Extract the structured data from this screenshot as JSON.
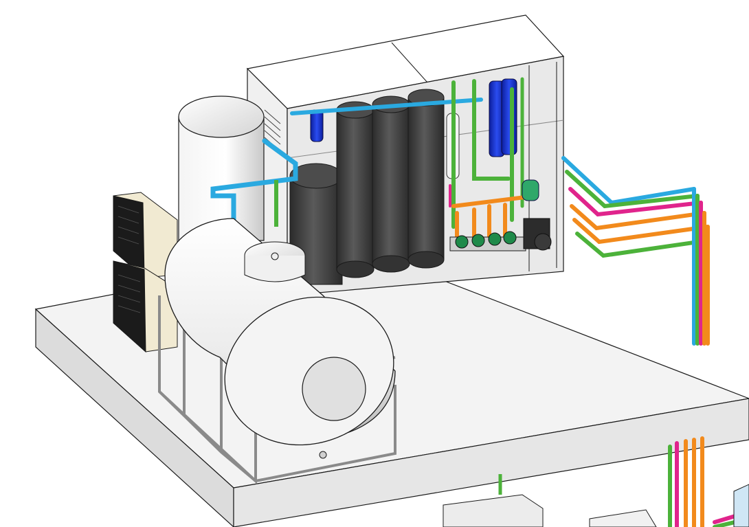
{
  "scene": {
    "kind": "isometric-mechanical-plant-render",
    "components": [
      "rooftop-slab",
      "storage-cabinet",
      "vertical-hot-water-tank",
      "horizontal-water-tank",
      "tank-support-frame",
      "outdoor-condensing-units",
      "dark-filter-vessels",
      "blue-cartridge-filters",
      "circulation-pumps",
      "pressure-vessel",
      "riser-pipes",
      "lower-floor-equipment"
    ],
    "colors": {
      "slab": "#f3f3f3",
      "tank_body": "#f0f0f0",
      "vessel_dark": "#3e3e3e",
      "pipe_blue": "#2aa9e0",
      "pipe_green": "#4cb23a",
      "pipe_orange": "#f28a1c",
      "pipe_magenta": "#e0248c",
      "filter_blue": "#1532c8",
      "pump_green": "#1f8a4a",
      "outline": "#1a1a1a"
    }
  }
}
